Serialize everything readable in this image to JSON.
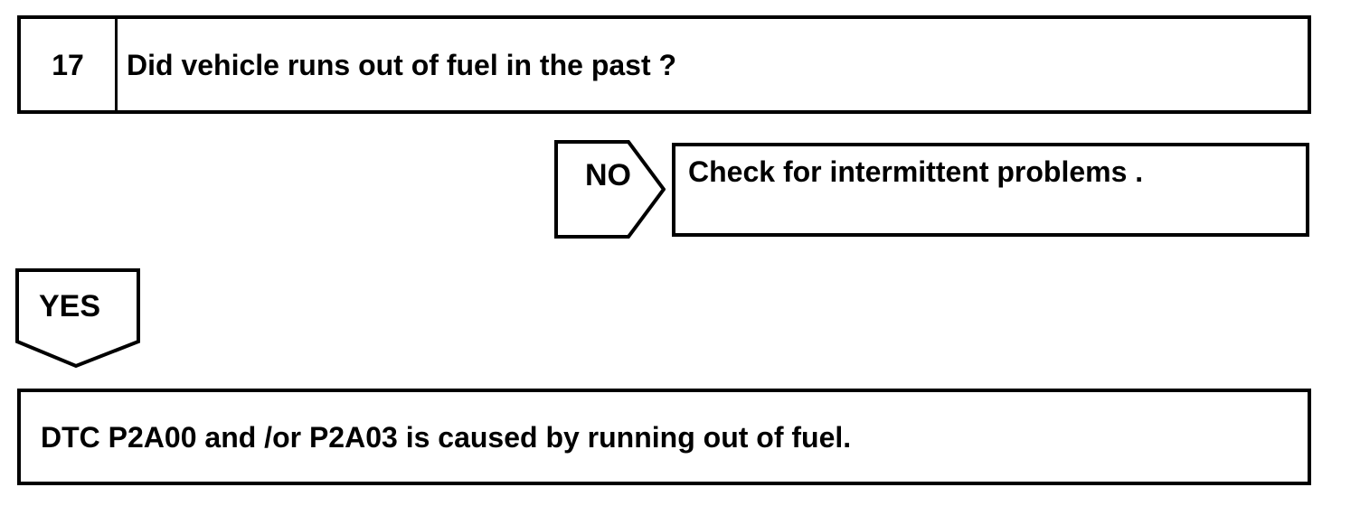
{
  "colors": {
    "ink": "#000000",
    "background": "#ffffff"
  },
  "flowchart": {
    "step": {
      "number": "17",
      "question": "Did vehicle runs out of fuel in the past ?"
    },
    "no_branch": {
      "label": "NO",
      "action": "Check for intermittent problems ."
    },
    "yes_branch": {
      "label": "YES",
      "action": "DTC P2A00 and /or P2A03 is caused by running out of fuel."
    }
  }
}
